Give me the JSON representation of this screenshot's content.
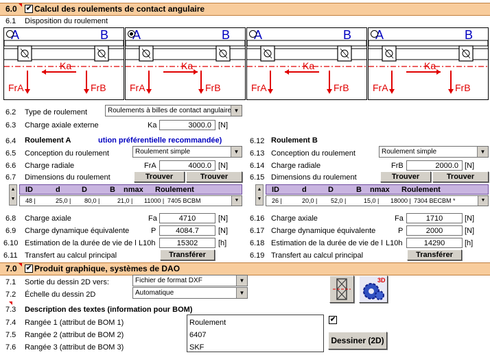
{
  "s60": {
    "num": "6.0",
    "title": "Calcul des roulements de contact angulaire",
    "checked": "✔"
  },
  "s61": {
    "num": "6.1",
    "label": "Disposition du roulement"
  },
  "diagrams": [
    {
      "a": "A",
      "b": "B",
      "ka": "Ka",
      "fra": "FrA",
      "frb": "FrB",
      "selected": false
    },
    {
      "a": "A",
      "b": "B",
      "ka": "Ka",
      "fra": "FrA",
      "frb": "FrB",
      "selected": true
    },
    {
      "a": "A",
      "b": "B",
      "ka": "Ka",
      "fra": "FrA",
      "frb": "FrB",
      "selected": false
    },
    {
      "a": "A",
      "b": "B",
      "ka": "Ka",
      "fra": "FrA",
      "frb": "FrB",
      "selected": false
    }
  ],
  "s62": {
    "num": "6.2",
    "label": "Type de roulement",
    "value": "Roulements à billes de contact angulaire"
  },
  "s63": {
    "num": "6.3",
    "label": "Charge axiale externe",
    "sym": "Ka",
    "value": "3000.0",
    "unit": "[N]"
  },
  "a": {
    "h_num": "6.4",
    "h_label": "Roulement A",
    "h_note": "ution préférentielle recommandée)",
    "c_num": "6.5",
    "c_label": "Conception du roulement",
    "c_value": "Roulement simple",
    "r_num": "6.6",
    "r_label": "Charge radiale",
    "r_sym": "FrA",
    "r_value": "4000.0",
    "r_unit": "[N]",
    "d_num": "6.7",
    "d_label": "Dimensions du roulement",
    "find1": "Trouver",
    "find2": "Trouver",
    "cols": [
      "ID",
      "d",
      "D",
      "B",
      "nmax",
      "Roulement"
    ],
    "row": [
      "48 |",
      "25,0 |",
      "80,0 |",
      "21,0 |",
      "11000 |",
      "7405 BCBM"
    ],
    "ax_num": "6.8",
    "ax_label": "Charge axiale",
    "ax_sym": "Fa",
    "ax_value": "4710",
    "ax_unit": "[N]",
    "eq_num": "6.9",
    "eq_label": "Charge dynamique équivalente",
    "eq_sym": "P",
    "eq_value": "4084.7",
    "eq_unit": "[N]",
    "life_num": "6.10",
    "life_label": "Estimation de la durée de vie de l",
    "life_sym": "L10h",
    "life_value": "15302",
    "life_unit": "[h]",
    "tr_num": "6.11",
    "tr_label": "Transfert au calcul principal",
    "tr_btn": "Transférer"
  },
  "b": {
    "h_num": "6.12",
    "h_label": "Roulement B",
    "c_num": "6.13",
    "c_label": "Conception du roulement",
    "c_value": "Roulement simple",
    "r_num": "6.14",
    "r_label": "Charge radiale",
    "r_sym": "FrB",
    "r_value": "2000.0",
    "r_unit": "[N]",
    "d_num": "6.15",
    "d_label": "Dimensions du roulement",
    "find1": "Trouver",
    "find2": "Trouver",
    "cols": [
      "ID",
      "d",
      "D",
      "B",
      "nmax",
      "Roulement"
    ],
    "row": [
      "26 |",
      "20,0 |",
      "52,0 |",
      "15,0 |",
      "18000 |",
      "7304 BECBM *"
    ],
    "ax_num": "6.16",
    "ax_label": "Charge axiale",
    "ax_sym": "Fa",
    "ax_value": "1710",
    "ax_unit": "[N]",
    "eq_num": "6.17",
    "eq_label": "Charge dynamique équivalente",
    "eq_sym": "P",
    "eq_value": "2000",
    "eq_unit": "[N]",
    "life_num": "6.18",
    "life_label": "Estimation de la durée de vie de l",
    "life_sym": "L10h",
    "life_value": "14290",
    "life_unit": "[h]",
    "tr_num": "6.19",
    "tr_label": "Transfert au calcul principal",
    "tr_btn": "Transférer"
  },
  "s70": {
    "num": "7.0",
    "title": "Produit graphique, systèmes de DAO",
    "checked": "✔"
  },
  "s71": {
    "num": "7.1",
    "label": "Sortie du dessin 2D vers:",
    "value": "Fichier de format DXF"
  },
  "s72": {
    "num": "7.2",
    "label": "Échelle du dessin 2D",
    "value": "Automatique"
  },
  "s73": {
    "num": "7.3",
    "label": "Description des textes (information pour BOM)"
  },
  "s74": {
    "num": "7.4",
    "label": "Rangée 1 (attribut de BOM 1)",
    "value": "Roulement"
  },
  "s75": {
    "num": "7.5",
    "label": "Rangée 2 (attribut de BOM 2)",
    "value": "6407"
  },
  "s76": {
    "num": "7.6",
    "label": "Rangée 3 (attribut de BOM 3)",
    "value": "SKF"
  },
  "draw_btn": "Dessiner (2D)",
  "icon3d": "3D",
  "bom_check": "✔"
}
